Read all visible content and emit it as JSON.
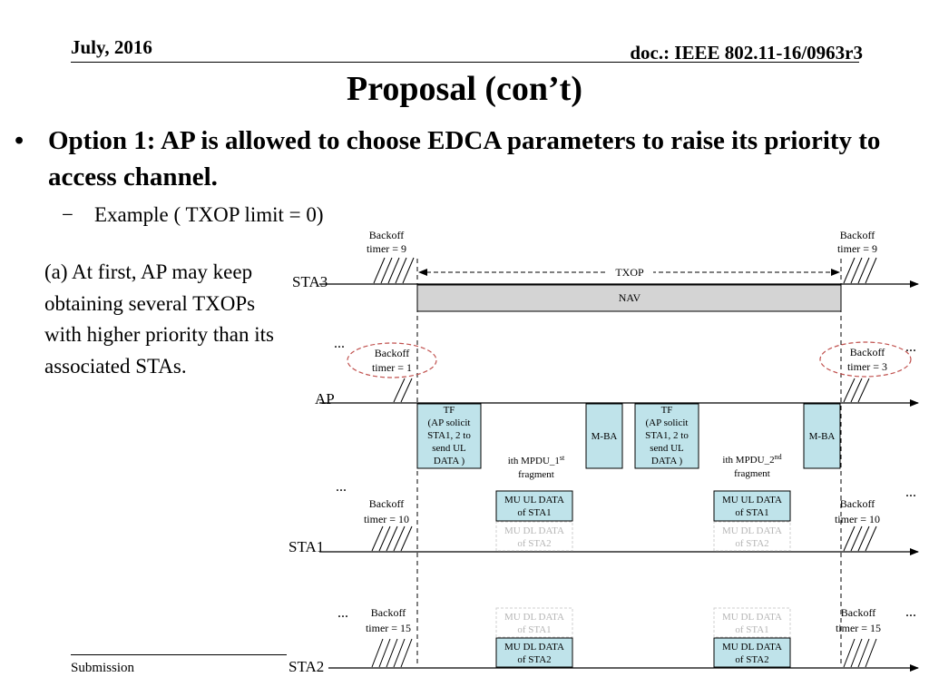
{
  "header": {
    "date": "July, 2016",
    "doc": "doc.: IEEE 802.11-16/0963r3"
  },
  "title": "Proposal (con’t)",
  "bullet": {
    "marker": "•",
    "text": "Option 1: AP is allowed to choose EDCA parameters to raise its priority to access channel."
  },
  "sub_bullet": {
    "marker": "−",
    "text": "Example ( TXOP limit = 0)"
  },
  "note": "(a) At first, AP may keep obtaining several TXOPs with higher priority than its associated STAs.",
  "footer": {
    "label": "Submission"
  },
  "diagram": {
    "rows": {
      "sta3": "STA3",
      "ap": "AP",
      "sta1": "STA1",
      "sta2": "STA2"
    },
    "ellipsis": "...",
    "sta3_backoff_left": [
      "Backoff",
      "timer = 9"
    ],
    "sta3_backoff_right": [
      "Backoff",
      "timer = 9"
    ],
    "txop": "TXOP",
    "nav": "NAV",
    "ap_backoff_left": [
      "Backoff",
      "timer = 1"
    ],
    "ap_backoff_right": [
      "Backoff",
      "timer = 3"
    ],
    "tf_left": [
      "TF",
      "(AP solicit",
      "STA1, 2 to",
      "send UL",
      "DATA )"
    ],
    "mba_left": "M-BA",
    "tf_right": [
      "TF",
      "(AP solicit",
      "STA1, 2 to",
      "send UL",
      "DATA )"
    ],
    "mba_right": "M-BA",
    "fragment_left": {
      "main": "ith MPDU_1",
      "sup": "st",
      "line2": "fragment"
    },
    "fragment_right": {
      "main": "ith MPDU_2",
      "sup": "nd",
      "line2": "fragment"
    },
    "sta1_backoff_left": [
      "Backoff",
      "timer = 10"
    ],
    "sta1_backoff_right": [
      "Backoff",
      "timer = 10"
    ],
    "mu_ul_sta1_left": [
      "MU UL DATA",
      "of STA1"
    ],
    "mu_dl_sta2_ghost_left": [
      "MU DL DATA",
      "of STA2"
    ],
    "mu_ul_sta1_right": [
      "MU UL DATA",
      "of STA1"
    ],
    "mu_dl_sta2_ghost_right": [
      "MU DL DATA",
      "of STA2"
    ],
    "sta2_backoff_left": [
      "Backoff",
      "timer = 15"
    ],
    "sta2_backoff_right": [
      "Backoff",
      "timer = 15"
    ],
    "mu_dl_sta1_ghost_left": [
      "MU DL DATA",
      "of STA1"
    ],
    "mu_dl_sta2_left": [
      "MU DL DATA",
      "of STA2"
    ],
    "mu_dl_sta1_ghost_right": [
      "MU DL DATA",
      "of STA1"
    ],
    "mu_dl_sta2_right": [
      "MU DL DATA",
      "of STA2"
    ],
    "colors": {
      "frame_fill": "#bfe3ea",
      "nav_fill": "#d4d4d4",
      "ellipse_stroke": "#c0504d",
      "ghost_text": "#b5b5b5"
    }
  }
}
